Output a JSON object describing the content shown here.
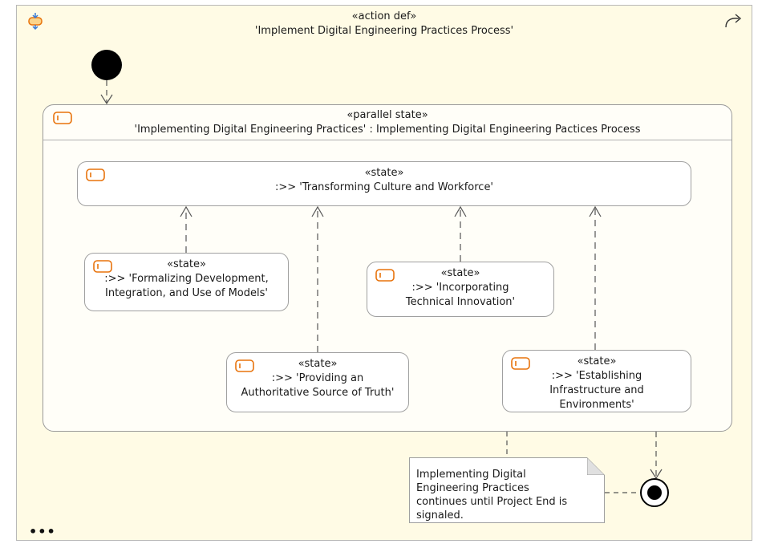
{
  "frame": {
    "stereotype": "«action def»",
    "title": "'Implement Digital Engineering Practices Process'"
  },
  "more_menu": "•••",
  "parallel_state": {
    "stereotype": "«parallel state»",
    "title": "'Implementing Digital Engineering Practices' : Implementing Digital Engineering Pactices Process"
  },
  "states": {
    "transforming": {
      "stereotype": "«state»",
      "name": ":>> 'Transforming Culture and Workforce'"
    },
    "formalizing": {
      "stereotype": "«state»",
      "name": ":>> 'Formalizing Development, Integration, and Use of Models'"
    },
    "providing": {
      "stereotype": "«state»",
      "name": ":>> 'Providing an Authoritative Source of Truth'"
    },
    "incorporating": {
      "stereotype": "«state»",
      "name": ":>> 'Incorporating Technical Innovation'"
    },
    "establishing": {
      "stereotype": "«state»",
      "name": ":>> 'Establishing Infrastructure and Environments'"
    }
  },
  "note": {
    "text": "Implementing Digital Engineering Practices continues until Project End is signaled."
  },
  "colors": {
    "frame_bg": "#fffbe5",
    "state_icon": "#e8730c",
    "line": "#555555"
  },
  "icons": {
    "frame": "action-def-icon",
    "frame_action": "redo-arrow-icon",
    "state": "state-icon"
  }
}
